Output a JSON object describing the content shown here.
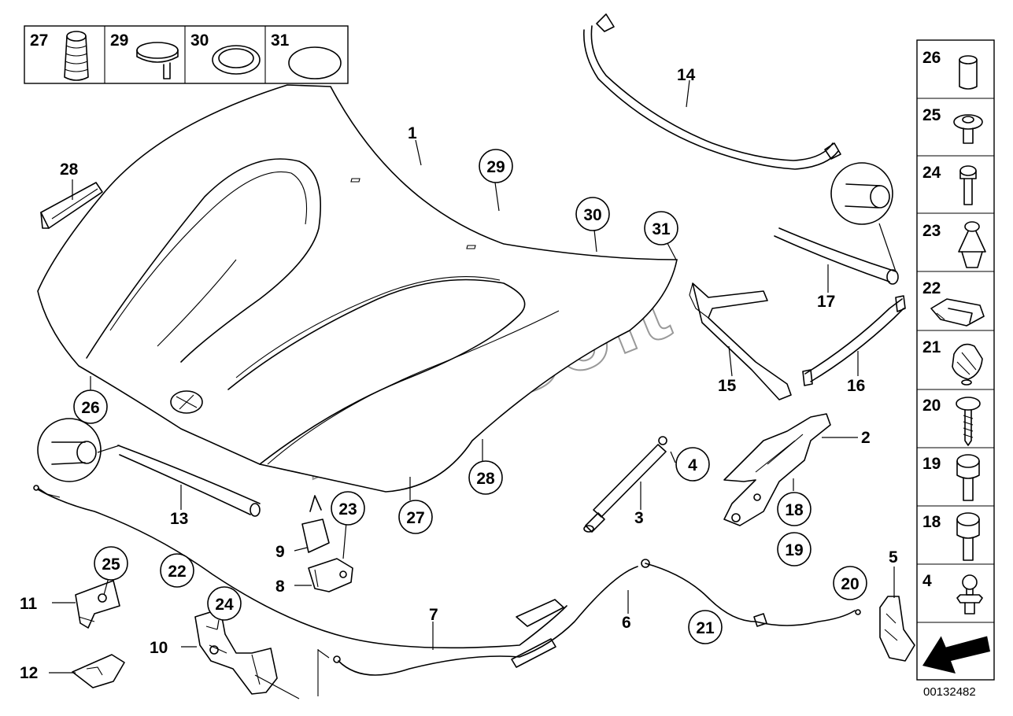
{
  "diagram_code": "00132482",
  "watermark": "AutoSoft",
  "top_panel_labels": [
    "27",
    "29",
    "30",
    "31"
  ],
  "side_panel_labels": [
    "26",
    "25",
    "24",
    "23",
    "22",
    "21",
    "20",
    "19",
    "18",
    "4"
  ],
  "callouts": {
    "c1": "1",
    "c2": "2",
    "c3": "3",
    "c4": "4",
    "c5": "5",
    "c6": "6",
    "c7": "7",
    "c8": "8",
    "c9": "9",
    "c10": "10",
    "c11": "11",
    "c12": "12",
    "c13": "13",
    "c14": "14",
    "c15": "15",
    "c16": "16",
    "c17": "17",
    "c18": "18",
    "c19": "19",
    "c20": "20",
    "c21": "21",
    "c22": "22",
    "c23": "23",
    "c24": "24",
    "c25": "25",
    "c26": "26",
    "c27": "27",
    "c28": "28",
    "c29": "29",
    "c30": "30",
    "c31": "31"
  },
  "circled_callouts": [
    "4",
    "18",
    "19",
    "20",
    "21",
    "22",
    "23",
    "24",
    "25",
    "26",
    "27",
    "28",
    "29",
    "30",
    "31"
  ]
}
